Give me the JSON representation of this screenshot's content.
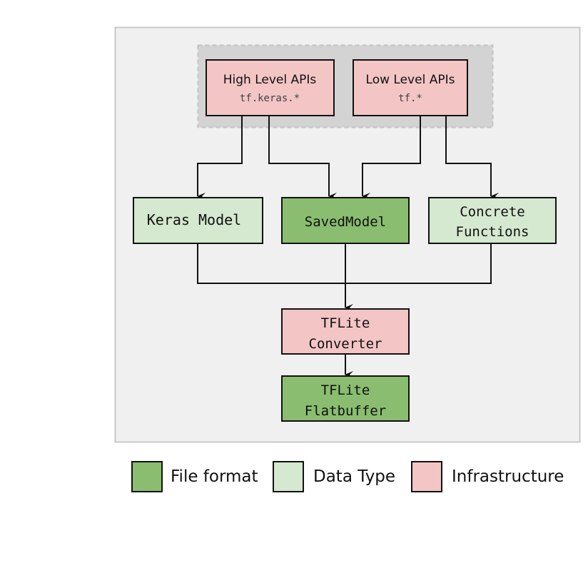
{
  "colors": {
    "file_format": "#8abd6f",
    "data_type": "#d5e8d0",
    "infrastructure": "#f3c5c5",
    "panel": "#f0f0f0",
    "group": "#d3d3d3"
  },
  "nodes": {
    "high_level": {
      "title": "High Level APIs",
      "code": "tf.keras.*"
    },
    "low_level": {
      "title": "Low Level APIs",
      "code": "tf.*"
    },
    "keras_model": {
      "label": "Keras Model"
    },
    "saved_model": {
      "label": "SavedModel"
    },
    "concrete": {
      "line1": "Concrete",
      "line2": "Functions"
    },
    "converter": {
      "line1": "TFLite",
      "line2": "Converter"
    },
    "flatbuffer": {
      "line1": "TFLite",
      "line2": "Flatbuffer"
    }
  },
  "edges": [
    {
      "from": "High Level APIs",
      "to": "Keras Model"
    },
    {
      "from": "High Level APIs",
      "to": "SavedModel"
    },
    {
      "from": "Low Level APIs",
      "to": "SavedModel"
    },
    {
      "from": "Low Level APIs",
      "to": "Concrete Functions"
    },
    {
      "from": "Keras Model / SavedModel / Concrete Functions",
      "to": "TFLite Converter"
    },
    {
      "from": "TFLite Converter",
      "to": "TFLite Flatbuffer"
    }
  ],
  "legend": [
    {
      "label": "File format",
      "color": "#8abd6f"
    },
    {
      "label": "Data Type",
      "color": "#d5e8d0"
    },
    {
      "label": "Infrastructure",
      "color": "#f3c5c5"
    }
  ]
}
